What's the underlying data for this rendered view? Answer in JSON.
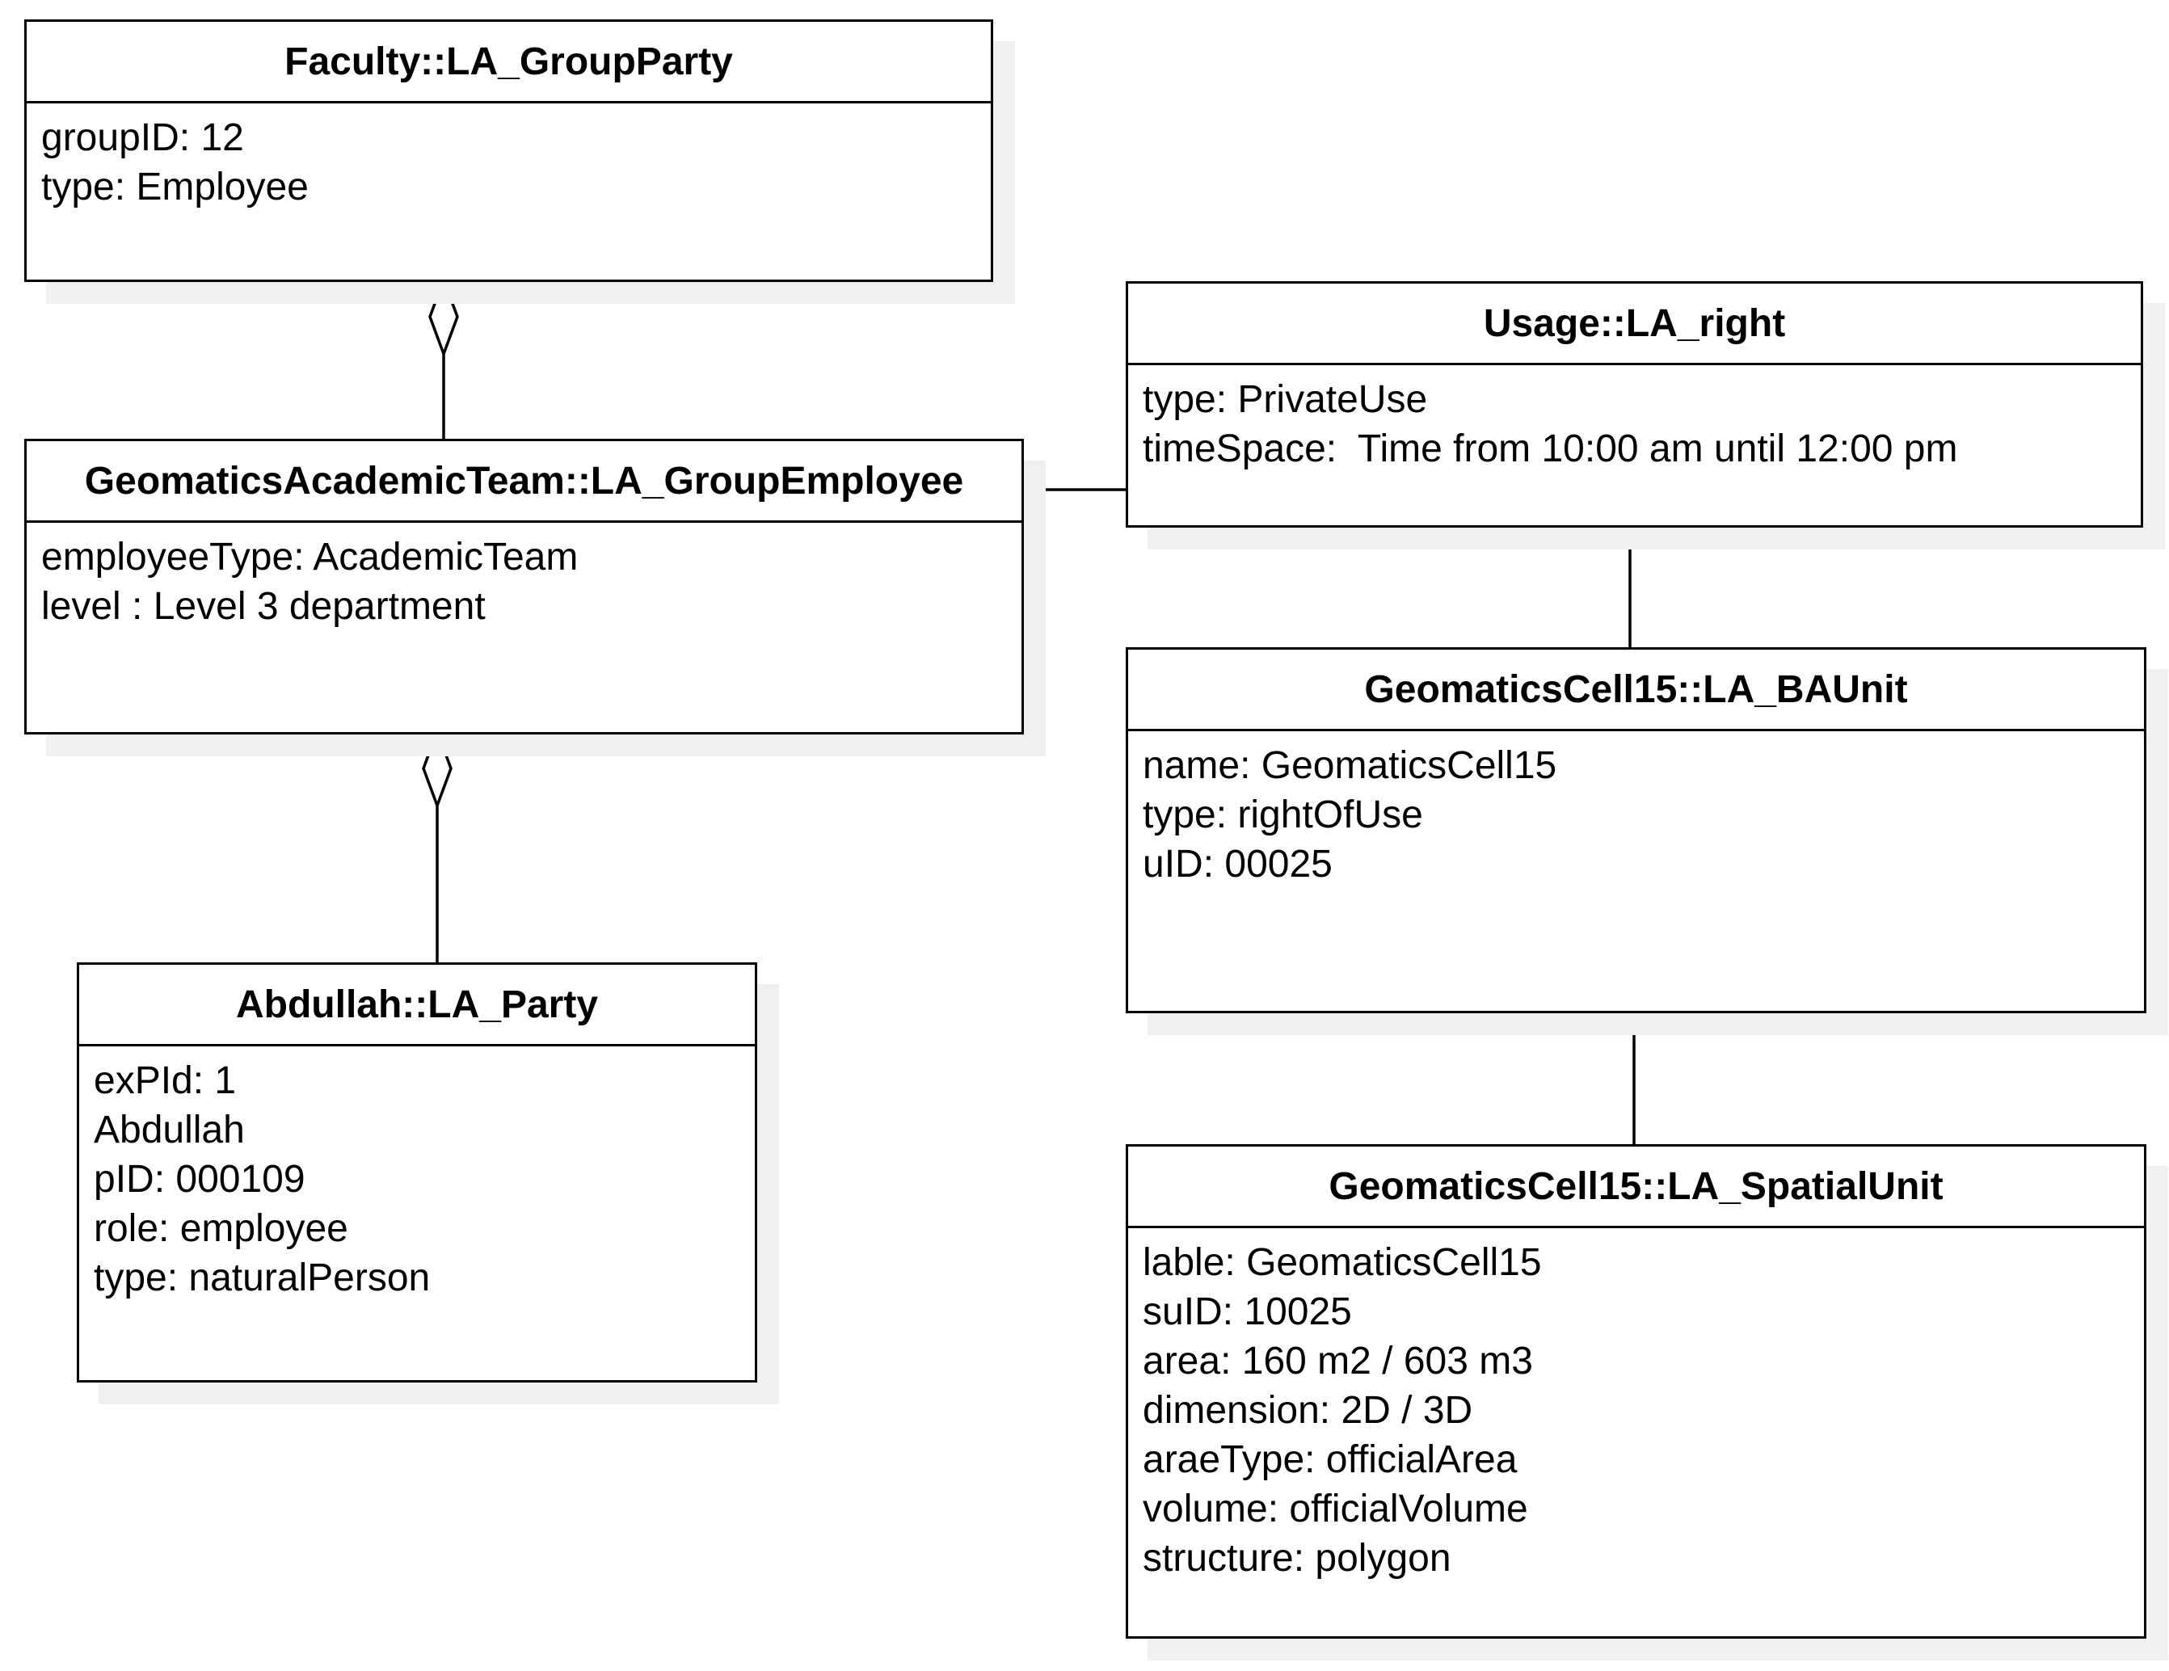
{
  "boxes": [
    {
      "id": "group-party",
      "title": "Faculty::LA_GroupParty",
      "attributes": [
        "groupID: 12",
        "type: Employee"
      ]
    },
    {
      "id": "group-employee",
      "title": "GeomaticsAcademicTeam::LA_GroupEmployee",
      "attributes": [
        "employeeType: AcademicTeam",
        "level : Level 3 department"
      ]
    },
    {
      "id": "party",
      "title": "Abdullah::LA_Party",
      "attributes": [
        "exPId: 1",
        "Abdullah",
        "pID: 000109",
        "role: employee",
        "type: naturalPerson"
      ]
    },
    {
      "id": "right",
      "title": "Usage::LA_right",
      "attributes": [
        "type: PrivateUse",
        "timeSpace:  Time from 10:00 am until 12:00 pm"
      ]
    },
    {
      "id": "baunit",
      "title": "GeomaticsCell15::LA_BAUnit",
      "attributes": [
        "name: GeomaticsCell15",
        "type: rightOfUse",
        "uID: 00025"
      ]
    },
    {
      "id": "spatial-unit",
      "title": "GeomaticsCell15::LA_SpatialUnit",
      "attributes": [
        "lable: GeomaticsCell15",
        "suID: 10025",
        "area: 160 m2 / 603 m3",
        "dimension: 2D / 3D",
        "araeType: officialArea",
        "volume: officialVolume",
        "structure: polygon"
      ]
    }
  ],
  "connections": [
    {
      "from": "group-party",
      "to": "group-employee",
      "kind": "aggregation"
    },
    {
      "from": "group-employee",
      "to": "party",
      "kind": "aggregation"
    },
    {
      "from": "group-employee",
      "to": "right",
      "kind": "association"
    },
    {
      "from": "right",
      "to": "baunit",
      "kind": "association"
    },
    {
      "from": "baunit",
      "to": "spatial-unit",
      "kind": "association"
    }
  ]
}
